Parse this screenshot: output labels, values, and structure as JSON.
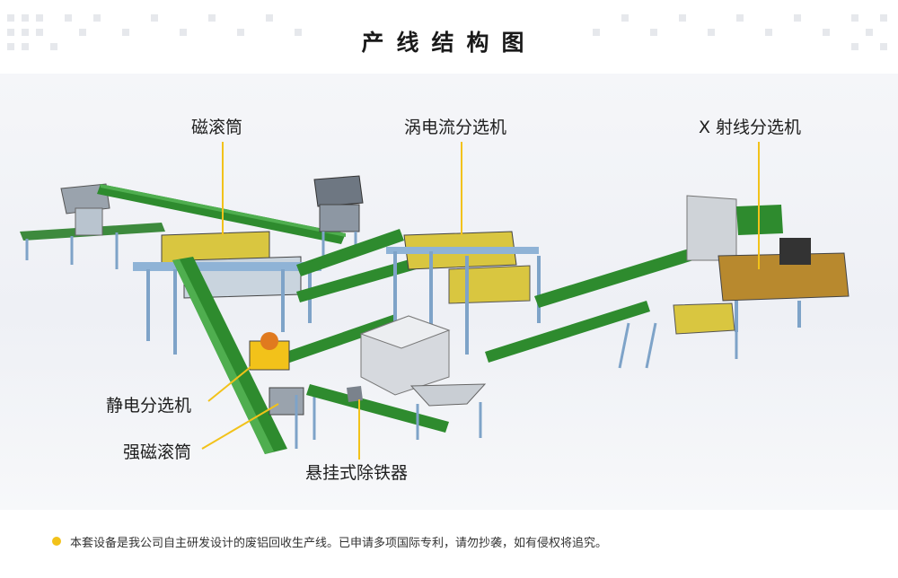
{
  "title": "产线结构图",
  "labels": {
    "magnetic_drum": "磁滚筒",
    "eddy_current": "涡电流分选机",
    "xray": "X 射线分选机",
    "electrostatic": "静电分选机",
    "strong_magnetic_drum": "强磁滚筒",
    "suspended_magnet": "悬挂式除铁器"
  },
  "footer": {
    "note": "本套设备是我公司自主研发设计的废铝回收生产线。已申请多项国际专利，请勿抄袭，如有侵权将追究。"
  },
  "colors": {
    "callout_line": "#f2c21a",
    "conveyor_green": "#2e8b2e",
    "machine_yellow": "#d9c640",
    "frame_blue": "#8fb3d6",
    "xray_brown": "#b8892e"
  }
}
